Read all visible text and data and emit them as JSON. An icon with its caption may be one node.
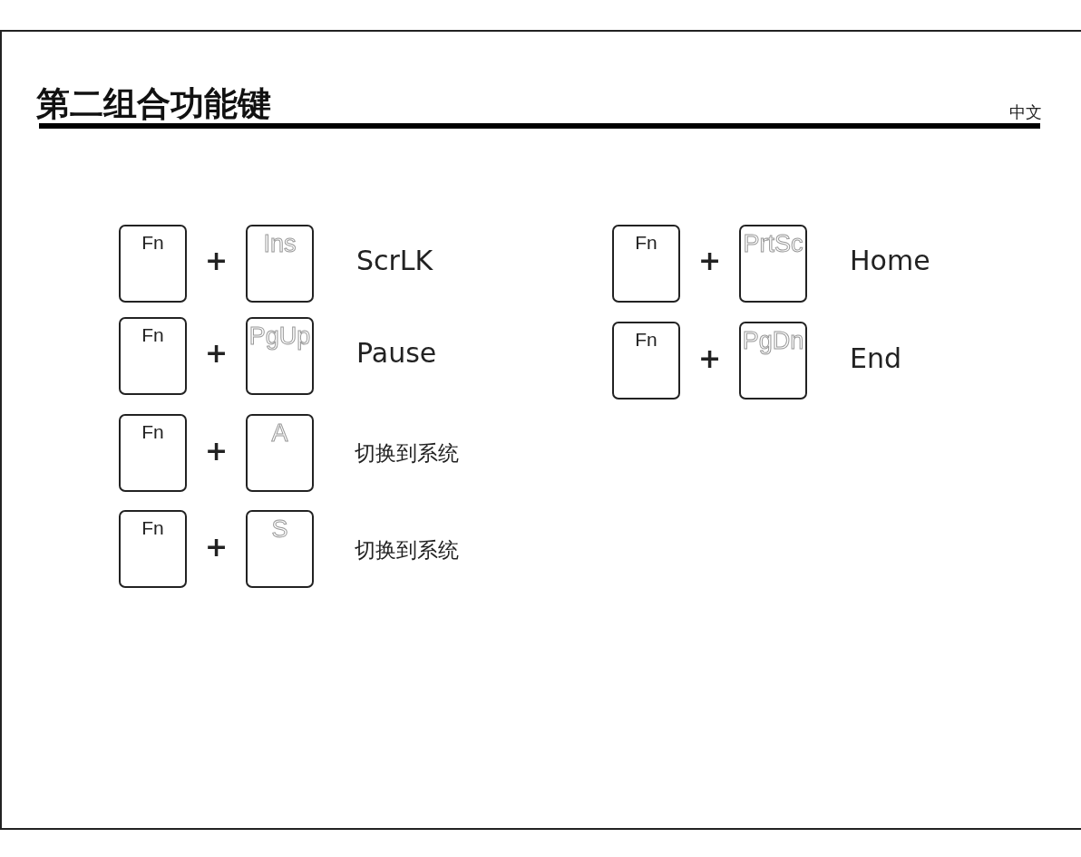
{
  "diagram": {
    "title": "第二组合功能键",
    "nodes": [
      {
        "text": [
          "Fn"
        ]
      },
      {
        "text": [
          "Ins"
        ]
      },
      {
        "text": [
          "Fn"
        ]
      },
      {
        "text": [
          "PrtSc"
        ]
      },
      {
        "text": [
          "Fn"
        ]
      },
      {
        "text": [
          "PgUp"
        ]
      },
      {
        "text": [
          "Fn"
        ]
      },
      {
        "text": [
          "PgDn"
        ]
      },
      {
        "text": [
          "Fn"
        ]
      },
      {
        "text": [
          "A"
        ]
      },
      {
        "text": [
          "Fn"
        ]
      },
      {
        "text": [
          "S"
        ]
      }
    ],
    "edges": [],
    "labels": [
      "中文",
      "+",
      "ScrLK",
      "+",
      "Home",
      "+",
      "Pause",
      "+",
      "End",
      "+",
      "切换到系统",
      "+",
      "切换到系统"
    ]
  }
}
